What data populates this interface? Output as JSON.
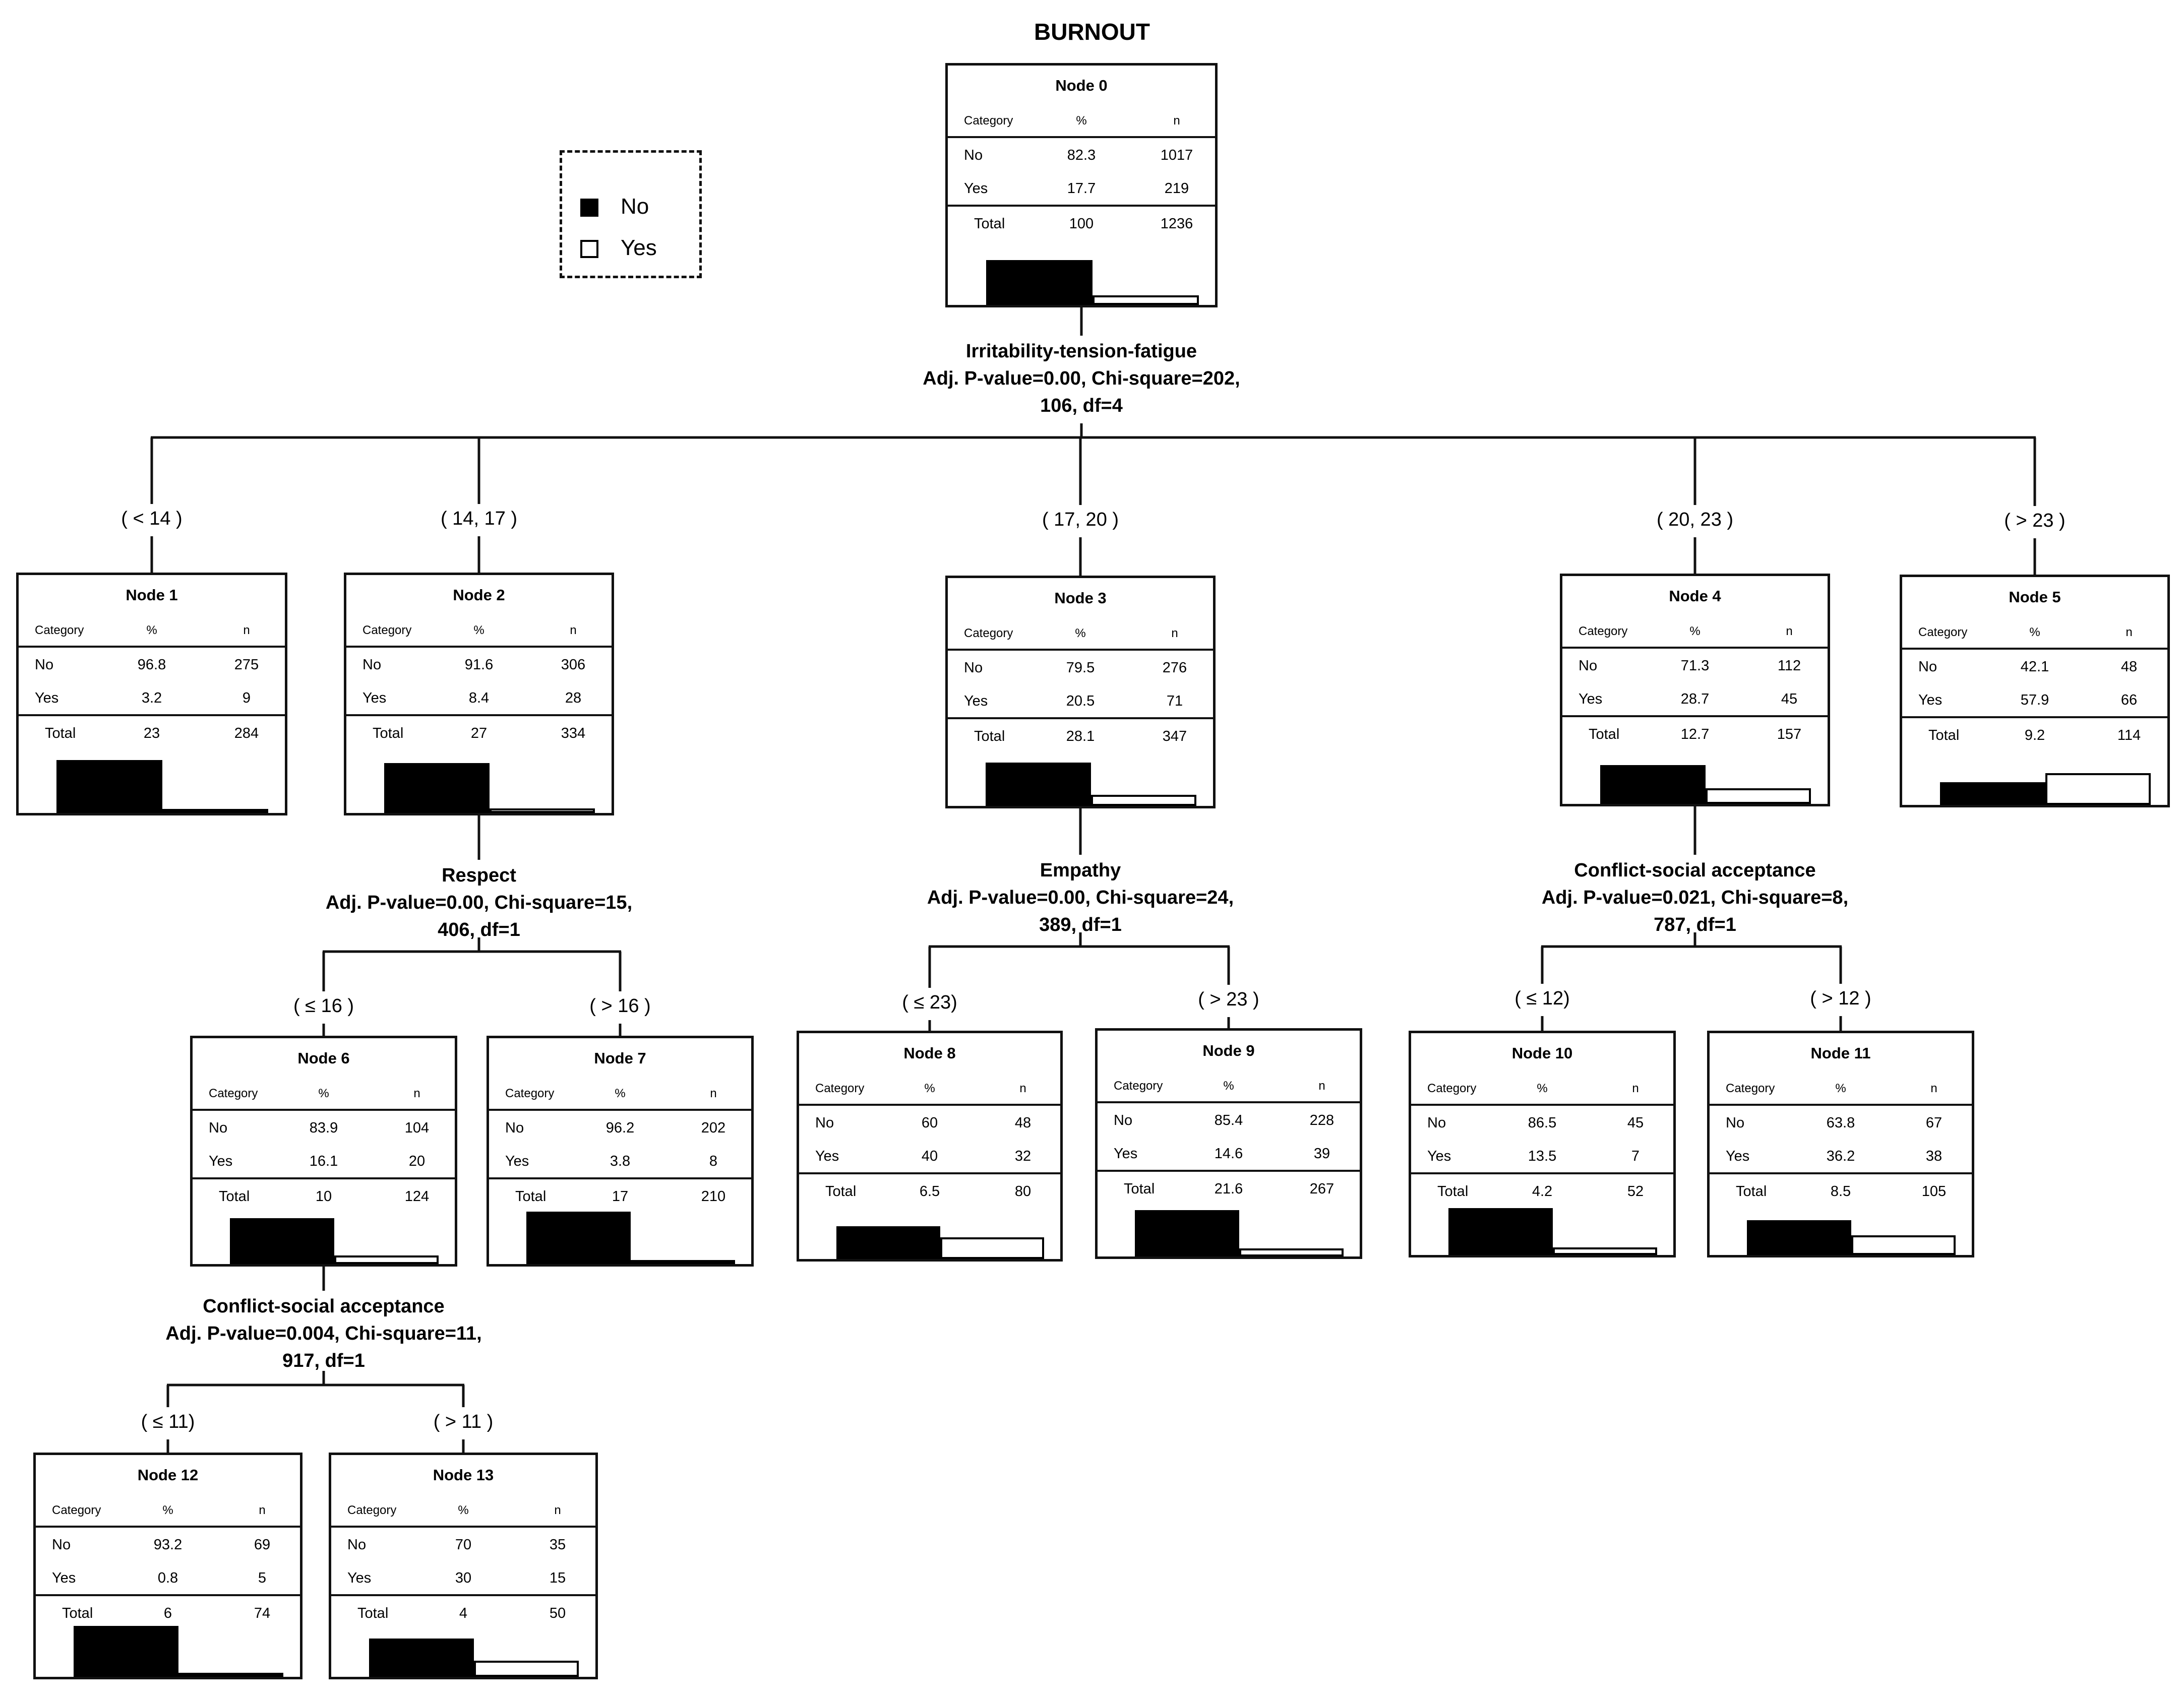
{
  "title": "BURNOUT",
  "legend": {
    "items": [
      {
        "label": "No",
        "fill": "#000000"
      },
      {
        "label": "Yes",
        "fill": "#ffffff"
      }
    ]
  },
  "table_header": {
    "category": "Category",
    "percent": "%",
    "n": "n"
  },
  "nodes": [
    {
      "id": 0,
      "label": "Node 0",
      "no_pct": "82.3",
      "no_n": "1017",
      "yes_pct": "17.7",
      "yes_n": "219",
      "total_pct": "100",
      "total_n": "1236",
      "row_no": "No",
      "row_yes": "Yes",
      "row_total": "Total"
    },
    {
      "id": 1,
      "label": "Node 1",
      "no_pct": "96.8",
      "no_n": "275",
      "yes_pct": "3.2",
      "yes_n": "9",
      "total_pct": "23",
      "total_n": "284",
      "row_no": "No",
      "row_yes": "Yes",
      "row_total": "Total"
    },
    {
      "id": 2,
      "label": "Node 2",
      "no_pct": "91.6",
      "no_n": "306",
      "yes_pct": "8.4",
      "yes_n": "28",
      "total_pct": "27",
      "total_n": "334",
      "row_no": "No",
      "row_yes": "Yes",
      "row_total": "Total"
    },
    {
      "id": 3,
      "label": "Node 3",
      "no_pct": "79.5",
      "no_n": "276",
      "yes_pct": "20.5",
      "yes_n": "71",
      "total_pct": "28.1",
      "total_n": "347",
      "row_no": "No",
      "row_yes": "Yes",
      "row_total": "Total"
    },
    {
      "id": 4,
      "label": "Node 4",
      "no_pct": "71.3",
      "no_n": "112",
      "yes_pct": "28.7",
      "yes_n": "45",
      "total_pct": "12.7",
      "total_n": "157",
      "row_no": "No",
      "row_yes": "Yes",
      "row_total": "Total"
    },
    {
      "id": 5,
      "label": "Node 5",
      "no_pct": "42.1",
      "no_n": "48",
      "yes_pct": "57.9",
      "yes_n": "66",
      "total_pct": "9.2",
      "total_n": "114",
      "row_no": "No",
      "row_yes": "Yes",
      "row_total": "Total"
    },
    {
      "id": 6,
      "label": "Node 6",
      "no_pct": "83.9",
      "no_n": "104",
      "yes_pct": "16.1",
      "yes_n": "20",
      "total_pct": "10",
      "total_n": "124",
      "row_no": "No",
      "row_yes": "Yes",
      "row_total": "Total"
    },
    {
      "id": 7,
      "label": "Node 7",
      "no_pct": "96.2",
      "no_n": "202",
      "yes_pct": "3.8",
      "yes_n": "8",
      "total_pct": "17",
      "total_n": "210",
      "row_no": "No",
      "row_yes": "Yes",
      "row_total": "Total"
    },
    {
      "id": 8,
      "label": "Node 8",
      "no_pct": "60",
      "no_n": "48",
      "yes_pct": "40",
      "yes_n": "32",
      "total_pct": "6.5",
      "total_n": "80",
      "row_no": "No",
      "row_yes": "Yes",
      "row_total": "Total"
    },
    {
      "id": 9,
      "label": "Node 9",
      "no_pct": "85.4",
      "no_n": "228",
      "yes_pct": "14.6",
      "yes_n": "39",
      "total_pct": "21.6",
      "total_n": "267",
      "row_no": "No",
      "row_yes": "Yes",
      "row_total": "Total"
    },
    {
      "id": 10,
      "label": "Node 10",
      "no_pct": "86.5",
      "no_n": "45",
      "yes_pct": "13.5",
      "yes_n": "7",
      "total_pct": "4.2",
      "total_n": "52",
      "row_no": "No",
      "row_yes": "Yes",
      "row_total": "Total"
    },
    {
      "id": 11,
      "label": "Node 11",
      "no_pct": "63.8",
      "no_n": "67",
      "yes_pct": "36.2",
      "yes_n": "38",
      "total_pct": "8.5",
      "total_n": "105",
      "row_no": "No",
      "row_yes": "Yes",
      "row_total": "Total"
    },
    {
      "id": 12,
      "label": "Node 12",
      "no_pct": "93.2",
      "no_n": "69",
      "yes_pct": "0.8",
      "yes_n": "5",
      "total_pct": "6",
      "total_n": "74",
      "row_no": "No",
      "row_yes": "Yes",
      "row_total": "Total"
    },
    {
      "id": 13,
      "label": "Node 13",
      "no_pct": "70",
      "no_n": "35",
      "yes_pct": "30",
      "yes_n": "15",
      "total_pct": "4",
      "total_n": "50",
      "row_no": "No",
      "row_yes": "Yes",
      "row_total": "Total"
    }
  ],
  "splits": [
    {
      "parent": 0,
      "lines": [
        "Irritability-tension-fatigue",
        "Adj. P-value=0.00, Chi-square=202,",
        "106, df=4"
      ]
    },
    {
      "parent": 2,
      "lines": [
        "Respect",
        "Adj. P-value=0.00, Chi-square=15,",
        "406, df=1"
      ]
    },
    {
      "parent": 3,
      "lines": [
        "Empathy",
        "Adj. P-value=0.00, Chi-square=24,",
        "389, df=1"
      ]
    },
    {
      "parent": 4,
      "lines": [
        "Conflict-social acceptance",
        "Adj. P-value=0.021, Chi-square=8,",
        "787, df=1"
      ]
    },
    {
      "parent": 6,
      "lines": [
        "Conflict-social acceptance",
        "Adj. P-value=0.004, Chi-square=11,",
        "917, df=1"
      ]
    }
  ],
  "branches": [
    {
      "child": 1,
      "label": "( < 14 )"
    },
    {
      "child": 2,
      "label": "( 14, 17 )"
    },
    {
      "child": 3,
      "label": "( 17, 20 )"
    },
    {
      "child": 4,
      "label": "( 20, 23 )"
    },
    {
      "child": 5,
      "label": "( > 23 )"
    },
    {
      "child": 6,
      "label": "( ≤ 16 )"
    },
    {
      "child": 7,
      "label": "( > 16 )"
    },
    {
      "child": 8,
      "label": "( ≤ 23)"
    },
    {
      "child": 9,
      "label": "( > 23 )"
    },
    {
      "child": 10,
      "label": "( ≤ 12)"
    },
    {
      "child": 11,
      "label": "( > 12 )"
    },
    {
      "child": 12,
      "label": "( ≤ 11)"
    },
    {
      "child": 13,
      "label": "( > 11 )"
    }
  ]
}
